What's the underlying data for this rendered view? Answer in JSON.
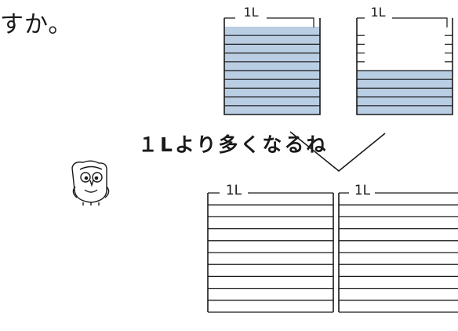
{
  "question": {
    "text": "すか。"
  },
  "comment": {
    "text": "１Lより多くなるね"
  },
  "mascot": {
    "icon": "owl-icon"
  },
  "containers": {
    "capacity_label": "1L",
    "divisions": 10,
    "cup_a_filled_tenths": 10,
    "cup_b_filled_tenths": 5
  },
  "result": {
    "left_label": "1L",
    "right_label": "1L"
  },
  "colors": {
    "water": "#b9cde3",
    "line": "#1a1a1a"
  }
}
